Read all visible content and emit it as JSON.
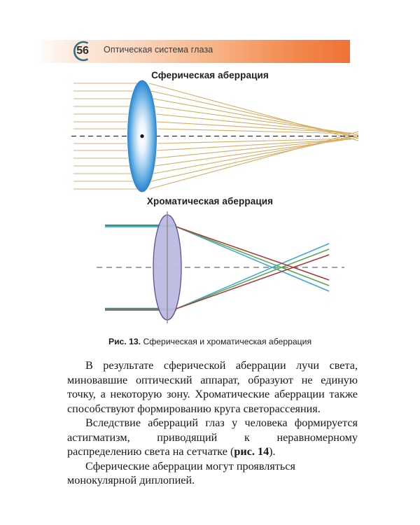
{
  "header": {
    "page_number": "56",
    "title": "Оптическая система глаза",
    "band_color_left": "#ffffff",
    "band_color_right": "#ef7237",
    "circle_color": "#2e6b80"
  },
  "figures": {
    "spherical": {
      "heading": "Сферическая аберрация",
      "lens_color_edge": "#2a83d0",
      "lens_color_center": "#ffffff",
      "ray_color": "#d6b072",
      "axis_label": "optical-axis",
      "ray_count": 14
    },
    "chromatic": {
      "heading": "Хроматическая аберрация",
      "lens_fill": "#b9bbdf",
      "lens_stroke": "#5c4f93",
      "axis_color": "#8a8a8a",
      "ray_colors": {
        "blue": "#3aa8d8",
        "green": "#5aa84a",
        "red": "#a8383c",
        "teal": "#3f8f7e"
      }
    }
  },
  "caption": {
    "label": "Рис. 13.",
    "text": " Сферическая и хроматическая аберрация"
  },
  "body": {
    "paragraph_1": "В результате сферической аберрации лучи света, миновавшие оптический аппарат, образуют не единую точку, а некоторую зону. Хроматические аберрации также способствуют формированию круга светорассеяния.",
    "paragraph_2_a": "Вследствие аберраций глаз у человека формируется астигматизм, приводящий к неравномерному распределению света на сетчатке (",
    "paragraph_2_ref": "рис. 14",
    "paragraph_2_b": ").",
    "paragraph_3": "Сферические аберрации могут проявляться монокулярной диплопией."
  }
}
